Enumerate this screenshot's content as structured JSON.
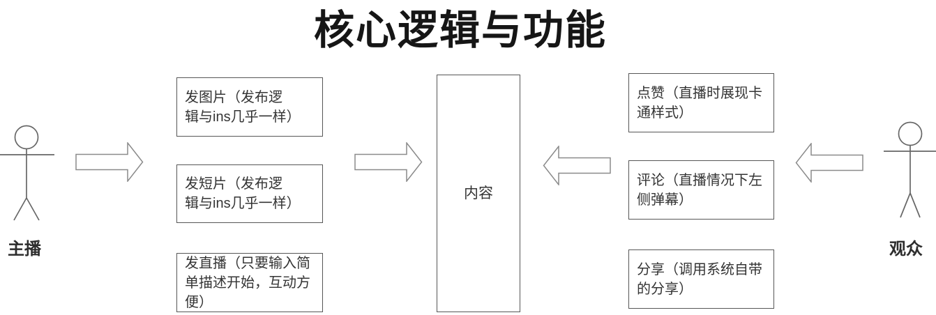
{
  "title": "核心逻辑与功能",
  "actors": {
    "left": {
      "label": "主播",
      "role": "broadcaster"
    },
    "right": {
      "label": "观众",
      "role": "audience"
    }
  },
  "left_column": {
    "boxes": [
      {
        "name": "post-photo",
        "lines": [
          "发图片（发布逻",
          "辑与ins几乎一样）"
        ]
      },
      {
        "name": "post-short-video",
        "lines": [
          "发短片（发布逻",
          "辑与ins几乎一样）"
        ]
      },
      {
        "name": "start-livestream",
        "lines": [
          "发直播（只要输入简",
          "单描述开始，互动方",
          "便）"
        ]
      }
    ]
  },
  "right_column": {
    "boxes": [
      {
        "name": "like",
        "lines": [
          "点赞（直播时展现卡",
          "通样式）"
        ]
      },
      {
        "name": "comment",
        "lines": [
          "评论（直播情况下左",
          "侧弹幕）"
        ]
      },
      {
        "name": "share",
        "lines": [
          "分享（调用系统自带",
          "的分享）"
        ]
      }
    ]
  },
  "center_box": {
    "label": "内容"
  },
  "colors": {
    "background": "#ffffff",
    "title_text": "#161616",
    "box_border": "#565656",
    "box_text": "#343434",
    "arrow_stroke": "#8a8a8a",
    "actor_stroke": "#666666"
  }
}
